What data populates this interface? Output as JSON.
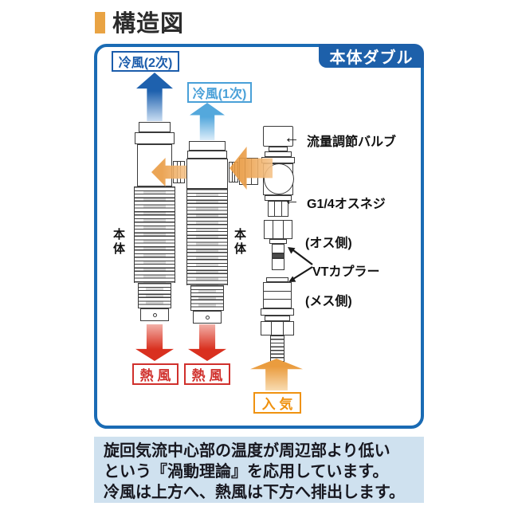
{
  "title": "構造図",
  "panel": {
    "badge": "本体ダブル"
  },
  "flow_labels": {
    "cold_secondary": "冷風(2次)",
    "cold_primary": "冷風(1次)",
    "hot_left": "熱 風",
    "hot_right": "熱 風",
    "intake": "入 気"
  },
  "part_labels": {
    "body_left": "本体",
    "body_right": "本体",
    "flow_valve": "流量調節バルブ",
    "male_thread": "G1/4オスネジ",
    "male_side": "(オス側)",
    "vt_coupler": "VTカプラー",
    "female_side": "(メス側)",
    "arrow_glyph": "←"
  },
  "description": {
    "line1": "旋回気流中心部の温度が周辺部より低い",
    "line2": "という『渦動理論』を応用しています。",
    "line3": "冷風は上方へ、熱風は下方へ排出します。"
  },
  "colors": {
    "accent_blue": "#1d60aa",
    "light_blue": "#49a0d8",
    "panel_border": "#1a6bb4",
    "hot_red": "#d0302c",
    "intake_orange": "#ef9210",
    "info_bg": "#cfe1ef",
    "title_bullet": "#e9a343"
  }
}
